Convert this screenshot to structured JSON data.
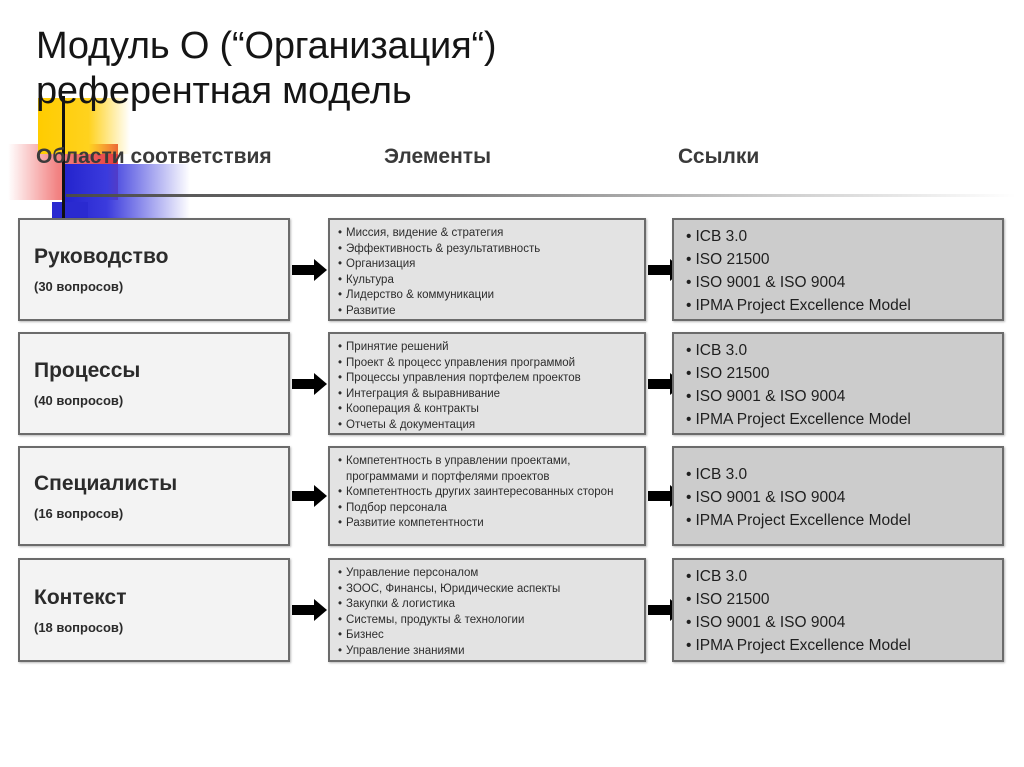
{
  "slide": {
    "title": "Модуль О (“Организация“)\nреферентная модель",
    "columns": {
      "areas": "Области соответствия",
      "elements": "Элементы",
      "references": "Ссылки"
    },
    "decor": {
      "yellow": "#ffcc00",
      "red": "#e43232",
      "blue": "#2a2ad0",
      "bar": "#111111"
    },
    "colors": {
      "area_box_fill": "#f3f3f3",
      "elements_box_fill": "#e3e3e3",
      "references_box_fill": "#cccccc",
      "box_border": "#6b6b6b",
      "arrow": "#000000"
    }
  },
  "rows": [
    {
      "area_title": "Руководство",
      "area_subtitle": "(30 вопросов)",
      "elements": [
        "Миссия, видение & стратегия",
        "Эффективность  & результативность",
        "Организация",
        "Культура",
        "Лидерство & коммуникации",
        "Развитие"
      ],
      "references": [
        "ICB 3.0",
        "ISO 21500",
        "ISO 9001 & ISO 9004",
        "IPMA Project Excellence Model"
      ]
    },
    {
      "area_title": "Процессы",
      "area_subtitle": "(40 вопросов)",
      "elements": [
        "Принятие решений",
        "Проект & процесс управления программой",
        "Процессы управления портфелем проектов",
        "Интеграция & выравнивание",
        "Кооперация  & контракты",
        "Отчеты & документация"
      ],
      "references": [
        "ICB 3.0",
        "ISO 21500",
        "ISO 9001 & ISO 9004",
        "IPMA Project Excellence Model"
      ]
    },
    {
      "area_title": "Специалисты",
      "area_subtitle": "(16 вопросов)",
      "elements": [
        "Компетентность в управлении проектами, программами и портфелями проектов",
        "Компетентность других заинтересованных сторон",
        "Подбор персонала",
        "Развитие компетентности"
      ],
      "references": [
        "ICB 3.0",
        "ISO 9001 & ISO 9004",
        "IPMA Project Excellence Model"
      ]
    },
    {
      "area_title": "Контекст",
      "area_subtitle": "(18 вопросов)",
      "elements": [
        "Управление персоналом",
        "ЗООС, Финансы, Юридические аспекты",
        "Закупки & логистика",
        "Системы, продукты & технологии",
        "Бизнес",
        "Управление знаниями"
      ],
      "references": [
        "ICB 3.0",
        "ISO 21500",
        "ISO 9001 & ISO 9004",
        "IPMA Project Excellence Model"
      ]
    }
  ]
}
